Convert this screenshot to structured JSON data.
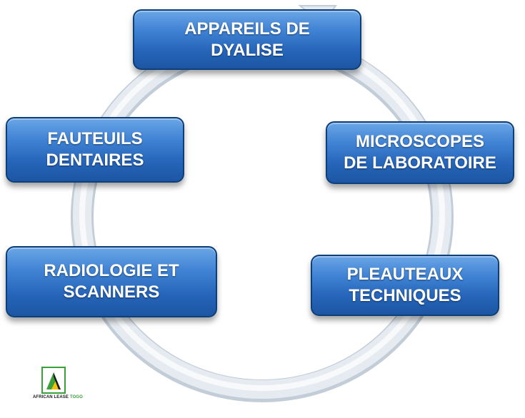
{
  "diagram": {
    "type": "cycle",
    "colors": {
      "ring": "#dde4ec",
      "ring_edge": "#c3cdd8",
      "box_top": "#6aa5e6",
      "box_bottom": "#1d56a3",
      "box_border": "#0d3f78",
      "text": "#ffffff"
    },
    "nodes": [
      {
        "id": "top",
        "label": "APPAREILS DE\nDYALISE"
      },
      {
        "id": "right",
        "label": "MICROSCOPES\nDE LABORATOIRE"
      },
      {
        "id": "bottom_right",
        "label": "PLEAUTEAUX\nTECHNIQUES"
      },
      {
        "id": "bottom_left",
        "label": "RADIOLOGIE ET\nSCANNERS"
      },
      {
        "id": "left",
        "label": "FAUTEUILS\nDENTAIRES"
      }
    ]
  },
  "logo": {
    "text_part1": "AFRICAN LEASE",
    "text_part2": "TOGO",
    "colors": {
      "frame": "#3aa039",
      "green": "#3aa039",
      "yellow": "#f2c300",
      "dark": "#1a1a1a"
    }
  }
}
